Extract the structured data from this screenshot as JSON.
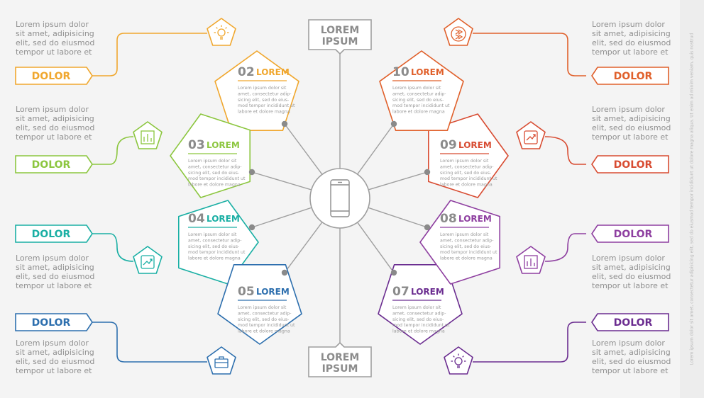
{
  "center_labels": {
    "top_line1": "LOREM",
    "top_line2": "IPSUM",
    "bottom_line1": "LOREM",
    "bottom_line2": "IPSUM"
  },
  "center_icon": "smartphone-icon",
  "nodes": [
    {
      "num": "02",
      "word": "LOREM",
      "color": "#f0a72e",
      "icon": "lightbulb-icon",
      "tag": "DOLOR",
      "lines": [
        "Lorem ipsum dolor sit",
        "amet, consectetur adip-",
        "sicing elit, sed do eius-",
        "mod tempor incididunt ut",
        "labore et dolore magna"
      ],
      "side": [
        "Lorem ipsum dolor",
        "sit amet, adipisicing",
        "elit, sed do eiusmod",
        "tempor ut labore et"
      ]
    },
    {
      "num": "03",
      "word": "LOREM",
      "color": "#8cc63f",
      "icon": "bar-chart-icon",
      "tag": "DOLOR",
      "lines": [
        "Lorem ipsum dolor sit",
        "amet, consectetur adip-",
        "sicing elit, sed do eius-",
        "mod tempor incididunt ut",
        "labore et dolore magna"
      ],
      "side": [
        "Lorem ipsum dolor",
        "sit amet, adipisicing",
        "elit, sed do eiusmod",
        "tempor ut labore et"
      ]
    },
    {
      "num": "04",
      "word": "LOREM",
      "color": "#1aafa4",
      "icon": "trend-chart-icon",
      "tag": "DOLOR",
      "lines": [
        "Lorem ipsum dolor sit",
        "amet, consectetur adip-",
        "sicing elit, sed do eius-",
        "mod tempor incididunt ut",
        "labore et dolore magna"
      ],
      "side": [
        "Lorem ipsum dolor",
        "sit amet, adipisicing",
        "elit, sed do eiusmod",
        "tempor ut labore et"
      ]
    },
    {
      "num": "05",
      "word": "LOREM",
      "color": "#2d6fae",
      "icon": "briefcase-icon",
      "tag": "DOLOR",
      "lines": [
        "Lorem ipsum dolor sit",
        "amet, consectetur adip-",
        "sicing elit, sed do eius-",
        "mod tempor incididunt ut",
        "labore et dolore magna"
      ],
      "side": [
        "Lorem ipsum dolor",
        "sit amet, adipisicing",
        "elit, sed do eiusmod",
        "tempor ut labore et"
      ]
    },
    {
      "num": "07",
      "word": "LOREM",
      "color": "#6b2d90",
      "icon": "lightbulb-icon",
      "tag": "DOLOR",
      "lines": [
        "Lorem ipsum dolor sit",
        "amet, consectetur adip-",
        "sicing elit, sed do eius-",
        "mod tempor incididunt ut",
        "labore et dolore magna"
      ],
      "side": [
        "Lorem ipsum dolor",
        "sit amet, adipisicing",
        "elit, sed do eiusmod",
        "tempor ut labore et"
      ]
    },
    {
      "num": "08",
      "word": "LOREM",
      "color": "#8e3fa0",
      "icon": "bar-chart-icon",
      "tag": "DOLOR",
      "lines": [
        "Lorem ipsum dolor sit",
        "amet, consectetur adip-",
        "sicing elit, sed do eius-",
        "mod tempor incididunt ut",
        "labore et dolore magna"
      ],
      "side": [
        "Lorem ipsum dolor",
        "sit amet, adipisicing",
        "elit, sed do eiusmod",
        "tempor ut labore et"
      ]
    },
    {
      "num": "09",
      "word": "LOREM",
      "color": "#d84c32",
      "icon": "trend-chart-icon",
      "tag": "DOLOR",
      "lines": [
        "Lorem ipsum dolor sit",
        "amet, consectetur adip-",
        "sicing elit, sed do eius-",
        "mod tempor incididunt ut",
        "labore et dolore magna"
      ],
      "side": [
        "Lorem ipsum dolor",
        "sit amet, adipisicing",
        "elit, sed do eiusmod",
        "tempor ut labore et"
      ]
    },
    {
      "num": "10",
      "word": "LOREM",
      "color": "#e0602b",
      "icon": "arrows-right-icon",
      "tag": "DOLOR",
      "lines": [
        "Lorem ipsum dolor sit",
        "amet, consectetur adip-",
        "sicing elit, sed do eius-",
        "mod tempor incididunt ut",
        "labore et dolore magna"
      ],
      "side": [
        "Lorem ipsum dolor",
        "sit amet, adipisicing",
        "elit, sed do eiusmod",
        "tempor ut labore et"
      ]
    }
  ],
  "vertical_strip_text": "Lorem ipsum dolor sit amet, consectetur adipisicing elit, sed do eiusmod tempor incididunt ut dolore magna aliqua. Ut enim ad minim veniam, quis nostrud"
}
